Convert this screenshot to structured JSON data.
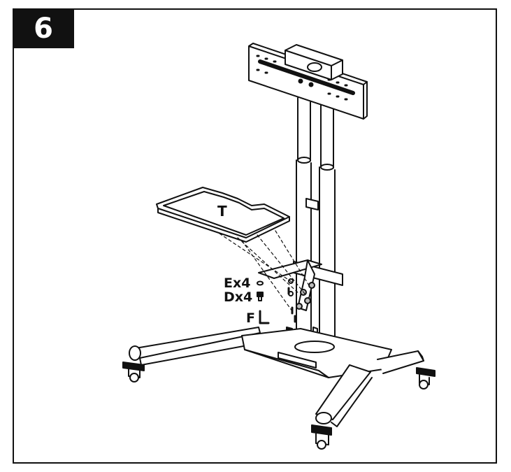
{
  "step": {
    "number": "6"
  },
  "labels": {
    "shelf": "T",
    "washers": "Ex4",
    "bolts": "Dx4",
    "wrench": "F"
  },
  "colors": {
    "ink": "#111111",
    "paper": "#ffffff",
    "shade": "#bdbdbd"
  },
  "icons": {
    "washer": "washer-icon",
    "bolt": "bolt-icon",
    "allen_key": "allen-key-icon"
  }
}
